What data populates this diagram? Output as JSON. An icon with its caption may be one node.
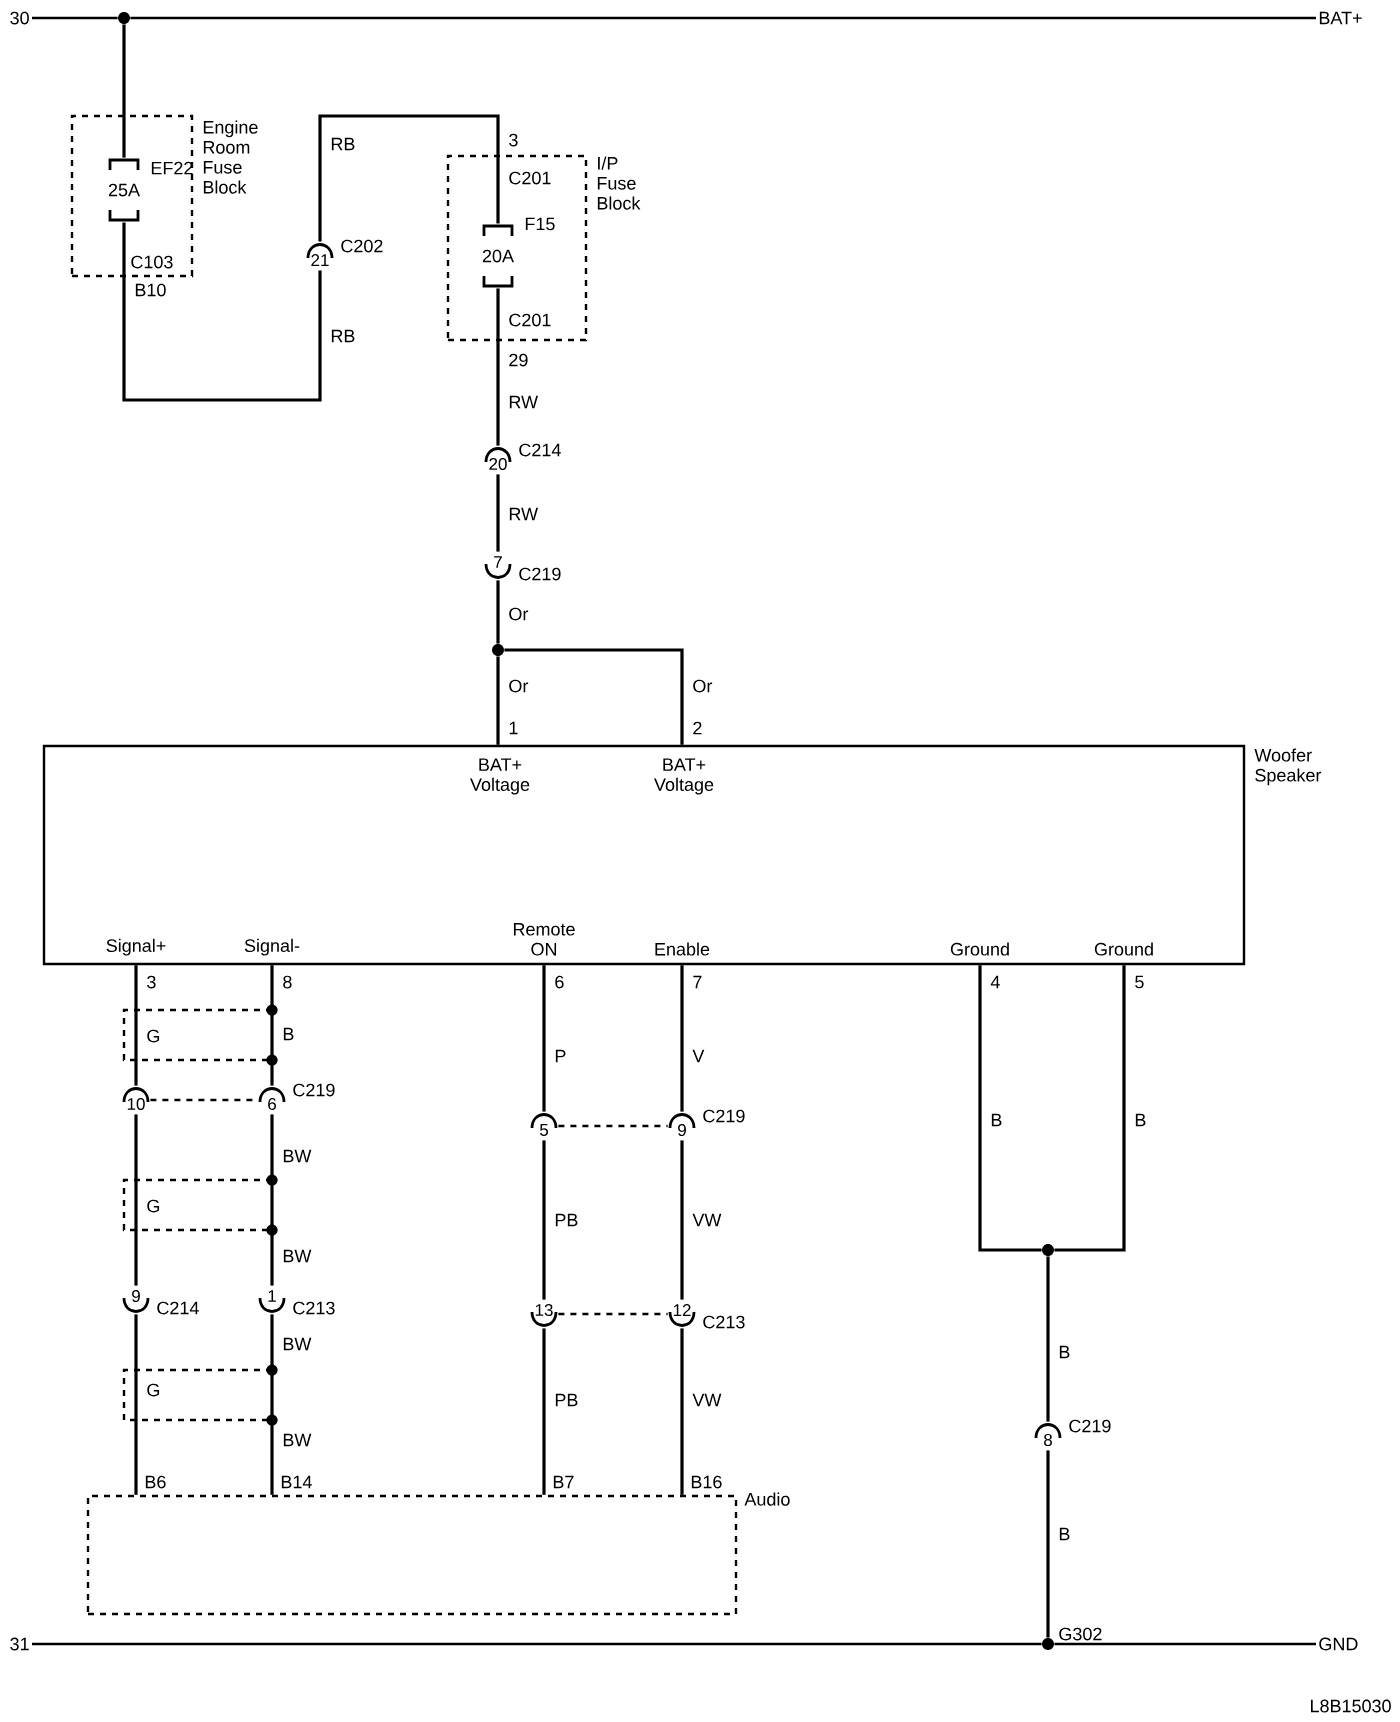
{
  "diagram": {
    "nodes": [
      {
        "text": [
          "30"
        ]
      },
      {
        "text": [],
        "shape": "circle"
      },
      {
        "text": [
          "BAT+"
        ]
      },
      {
        "text": [
          "Engine Room Fuse Block"
        ]
      },
      {
        "text": [
          "25A"
        ],
        "beside": [
          "EF22"
        ],
        "in": 3
      },
      {
        "text": [
          "21"
        ],
        "beside": [
          "C202"
        ]
      },
      {
        "text": [
          "I/P Fuse Block"
        ]
      },
      {
        "text": [
          "20A"
        ],
        "beside": [
          "F15"
        ],
        "in": 6
      },
      {
        "text": [
          "20"
        ],
        "beside": [
          "C214"
        ]
      },
      {
        "text": [
          "7"
        ],
        "beside": [
          "C219"
        ]
      },
      {
        "text": [],
        "shape": "circle"
      },
      {
        "text": [
          "BAT+ Voltage",
          "BAT+ Voltage",
          "Woofer Speaker",
          "Signal+",
          "Signal-",
          "Remote ON",
          "Enable",
          "Ground",
          "Ground"
        ]
      },
      {
        "text": [
          "10"
        ]
      },
      {
        "text": [
          "6"
        ],
        "beside": [
          "C219"
        ]
      },
      {
        "text": [
          "5"
        ]
      },
      {
        "text": [
          "9"
        ],
        "beside": [
          "C219"
        ]
      },
      {
        "text": [
          "9"
        ],
        "beside": [
          "C214"
        ]
      },
      {
        "text": [
          "1"
        ],
        "beside": [
          "C213"
        ]
      },
      {
        "text": [
          "13"
        ]
      },
      {
        "text": [
          "12"
        ],
        "beside": [
          "C213"
        ]
      },
      {
        "text": [
          "Audio"
        ]
      },
      {
        "text": [],
        "shape": "circle"
      },
      {
        "text": [
          "8"
        ],
        "beside": [
          "C219"
        ]
      },
      {
        "text": [],
        "shape": "circle",
        "beside": [
          "G302"
        ]
      },
      {
        "text": [
          "31"
        ]
      },
      {
        "text": [
          "GND"
        ]
      }
    ],
    "edges": [
      {
        "from": 0,
        "to": 1,
        "arrow": "none"
      },
      {
        "from": 1,
        "to": 2,
        "arrow": "none"
      },
      {
        "from": 1,
        "to": 4,
        "arrow": "none"
      },
      {
        "from": 4,
        "to": 5,
        "arrow": "none",
        "label": "RB"
      },
      {
        "from": 5,
        "to": 7,
        "arrow": "none",
        "label": "RB"
      },
      {
        "from": 7,
        "to": 8,
        "arrow": "none",
        "label": "RW"
      },
      {
        "from": 8,
        "to": 9,
        "arrow": "none",
        "label": "RW"
      },
      {
        "from": 9,
        "to": 10,
        "arrow": "none",
        "label": "Or"
      },
      {
        "from": 10,
        "to": 11,
        "arrow": "none",
        "label": "Or"
      },
      {
        "from": 10,
        "to": 11,
        "arrow": "none",
        "label": "Or"
      },
      {
        "from": 11,
        "to": 12,
        "arrow": "none",
        "label": "G"
      },
      {
        "from": 12,
        "to": 16,
        "arrow": "none",
        "label": "G"
      },
      {
        "from": 16,
        "to": 20,
        "arrow": "none",
        "label": "G"
      },
      {
        "from": 11,
        "to": 13,
        "arrow": "none",
        "label": "B"
      },
      {
        "from": 13,
        "to": 17,
        "arrow": "none",
        "label": "BW"
      },
      {
        "from": 17,
        "to": 20,
        "arrow": "none",
        "label": "BW"
      },
      {
        "from": 11,
        "to": 14,
        "arrow": "none",
        "label": "P"
      },
      {
        "from": 14,
        "to": 18,
        "arrow": "none",
        "label": "PB"
      },
      {
        "from": 18,
        "to": 20,
        "arrow": "none",
        "label": "PB"
      },
      {
        "from": 11,
        "to": 15,
        "arrow": "none",
        "label": "V"
      },
      {
        "from": 15,
        "to": 19,
        "arrow": "none",
        "label": "VW"
      },
      {
        "from": 19,
        "to": 20,
        "arrow": "none",
        "label": "VW"
      },
      {
        "from": 11,
        "to": 21,
        "arrow": "none",
        "label": "B"
      },
      {
        "from": 11,
        "to": 21,
        "arrow": "none",
        "label": "B"
      },
      {
        "from": 21,
        "to": 22,
        "arrow": "none",
        "label": "B"
      },
      {
        "from": 22,
        "to": 23,
        "arrow": "none",
        "label": "B"
      },
      {
        "from": 24,
        "to": 23,
        "arrow": "none"
      },
      {
        "from": 23,
        "to": 25,
        "arrow": "none"
      },
      {
        "from": 12,
        "to": 13,
        "arrow": "none",
        "style": "dashed"
      },
      {
        "from": 14,
        "to": 15,
        "arrow": "none",
        "style": "dashed"
      },
      {
        "from": 18,
        "to": 19,
        "arrow": "none",
        "style": "dashed"
      }
    ],
    "labels": [
      "3",
      "C201",
      "C103",
      "B10",
      "C201",
      "29",
      "1",
      "2",
      "3",
      "8",
      "6",
      "7",
      "4",
      "5",
      "BW",
      "BW",
      "B6",
      "B14",
      "B7",
      "B16",
      "L8B15030"
    ]
  }
}
